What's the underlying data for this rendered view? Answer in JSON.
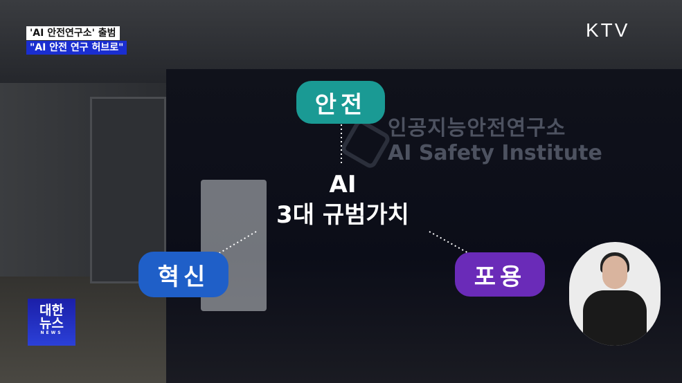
{
  "headline": {
    "line1": "'AI 안전연구소' 출범",
    "line2": "\"AI 안전 연구 허브로\""
  },
  "broadcaster": "KTV",
  "program_logo": {
    "line1": "대한",
    "line2": "뉴스",
    "sub": "NEWS"
  },
  "background_sign": {
    "korean": "인공지능안전연구소",
    "english": "AI Safety Institute"
  },
  "graphic": {
    "center_line1": "AI",
    "center_line2": "3대 규범가치",
    "values": [
      {
        "label": "안전",
        "color": "#1a9a94"
      },
      {
        "label": "혁신",
        "color": "#1f5fc8"
      },
      {
        "label": "포용",
        "color": "#6a2bb8"
      }
    ]
  }
}
